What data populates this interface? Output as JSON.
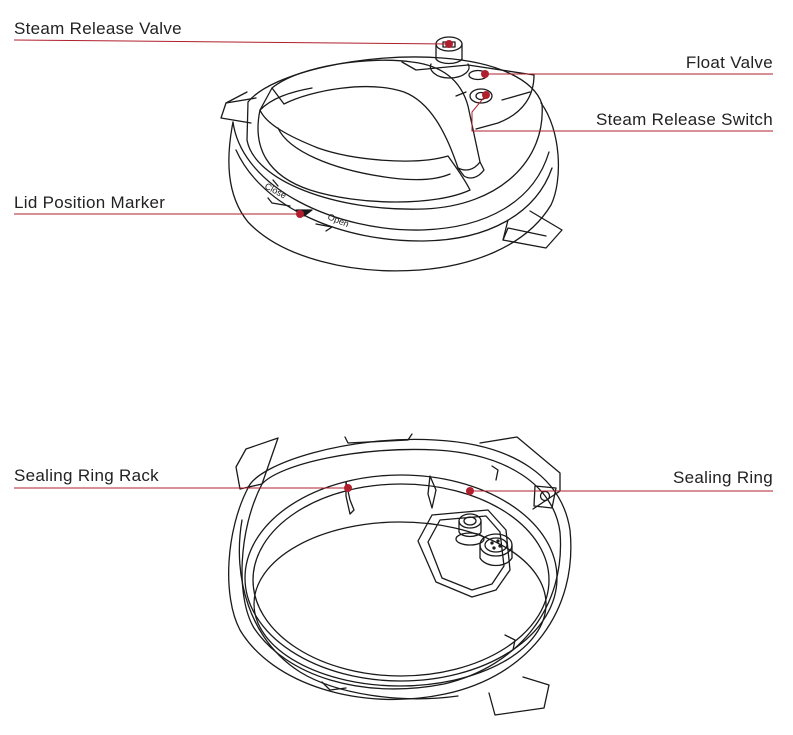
{
  "diagram": {
    "accent_color": "#b01f2d",
    "line_color": "#1a1a1a",
    "top_view": {
      "labels": {
        "steam_release_valve": "Steam Release Valve",
        "float_valve": "Float Valve",
        "steam_release_switch": "Steam Release Switch",
        "lid_position_marker": "Lid Position Marker"
      },
      "lid_marks": {
        "close": "Close",
        "open": "Open"
      }
    },
    "bottom_view": {
      "labels": {
        "sealing_ring_rack": "Sealing Ring Rack",
        "sealing_ring": "Sealing Ring"
      }
    }
  }
}
